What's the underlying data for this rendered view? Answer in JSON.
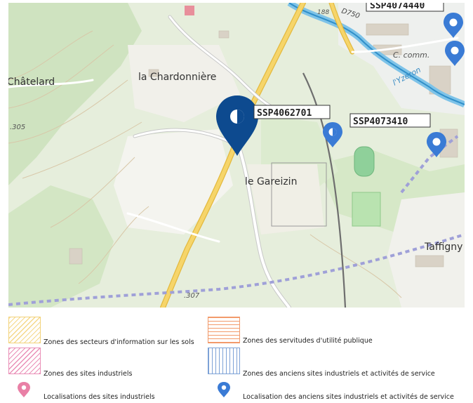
{
  "map": {
    "place_labels": {
      "chatelard": "Châtelard",
      "chardonniere": "la Chardonnière",
      "gareizin": "le Gareizin",
      "taffigny": "Taffigny",
      "c_comm": "C. comm.",
      "yzeron": "l'Yzeron",
      "d750": "D750",
      "elev_305": ".305",
      "elev_307": ".307",
      "elev_188": "188"
    },
    "site_codes": {
      "top": "SSP4074440",
      "ssp1": "SSP4062701",
      "ssp2": "SSP4073410"
    },
    "main_marker_icon": "map-marker-icon",
    "colors": {
      "marker": "#0d4a8f",
      "pin_blue": "#3a7bd5",
      "road": "#f6d56a",
      "river": "#2f8fc9"
    }
  },
  "legend": {
    "items": [
      {
        "label": "Zones des secteurs d'information sur les sols",
        "swatch": "yellow-diagonal-hatch"
      },
      {
        "label": "Zones des servitudes d'utilité publique",
        "swatch": "orange-horizontal-hatch"
      },
      {
        "label": "Zones des sites industriels",
        "swatch": "pink-diagonal-hatch"
      },
      {
        "label": "Zones des anciens sites industriels et activités de service",
        "swatch": "blue-vertical-hatch"
      },
      {
        "label": "Localisations des sites industriels",
        "icon": "pink-pin-icon"
      },
      {
        "label": "Localisation des anciens sites industriels et activités de service",
        "icon": "blue-pin-icon"
      }
    ]
  }
}
